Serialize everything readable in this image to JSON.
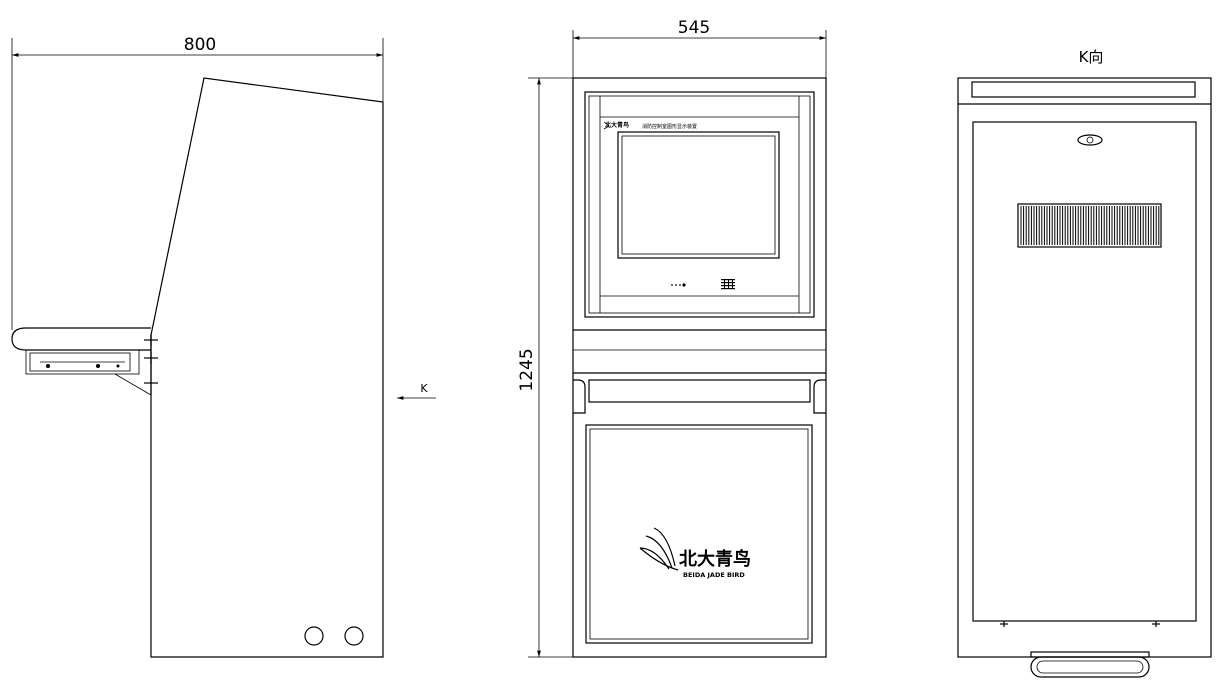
{
  "side_view": {
    "width_dimension": "800",
    "view_arrow_label": "K"
  },
  "front_view": {
    "width_dimension": "545",
    "height_dimension": "1245",
    "panel_brand_small": "北大青鸟",
    "panel_caption": "消防控制室图形显示装置",
    "door_logo_cn": "北大青鸟",
    "door_logo_en": "BEIDA JADE BIRD"
  },
  "rear_view": {
    "title": "K向"
  }
}
